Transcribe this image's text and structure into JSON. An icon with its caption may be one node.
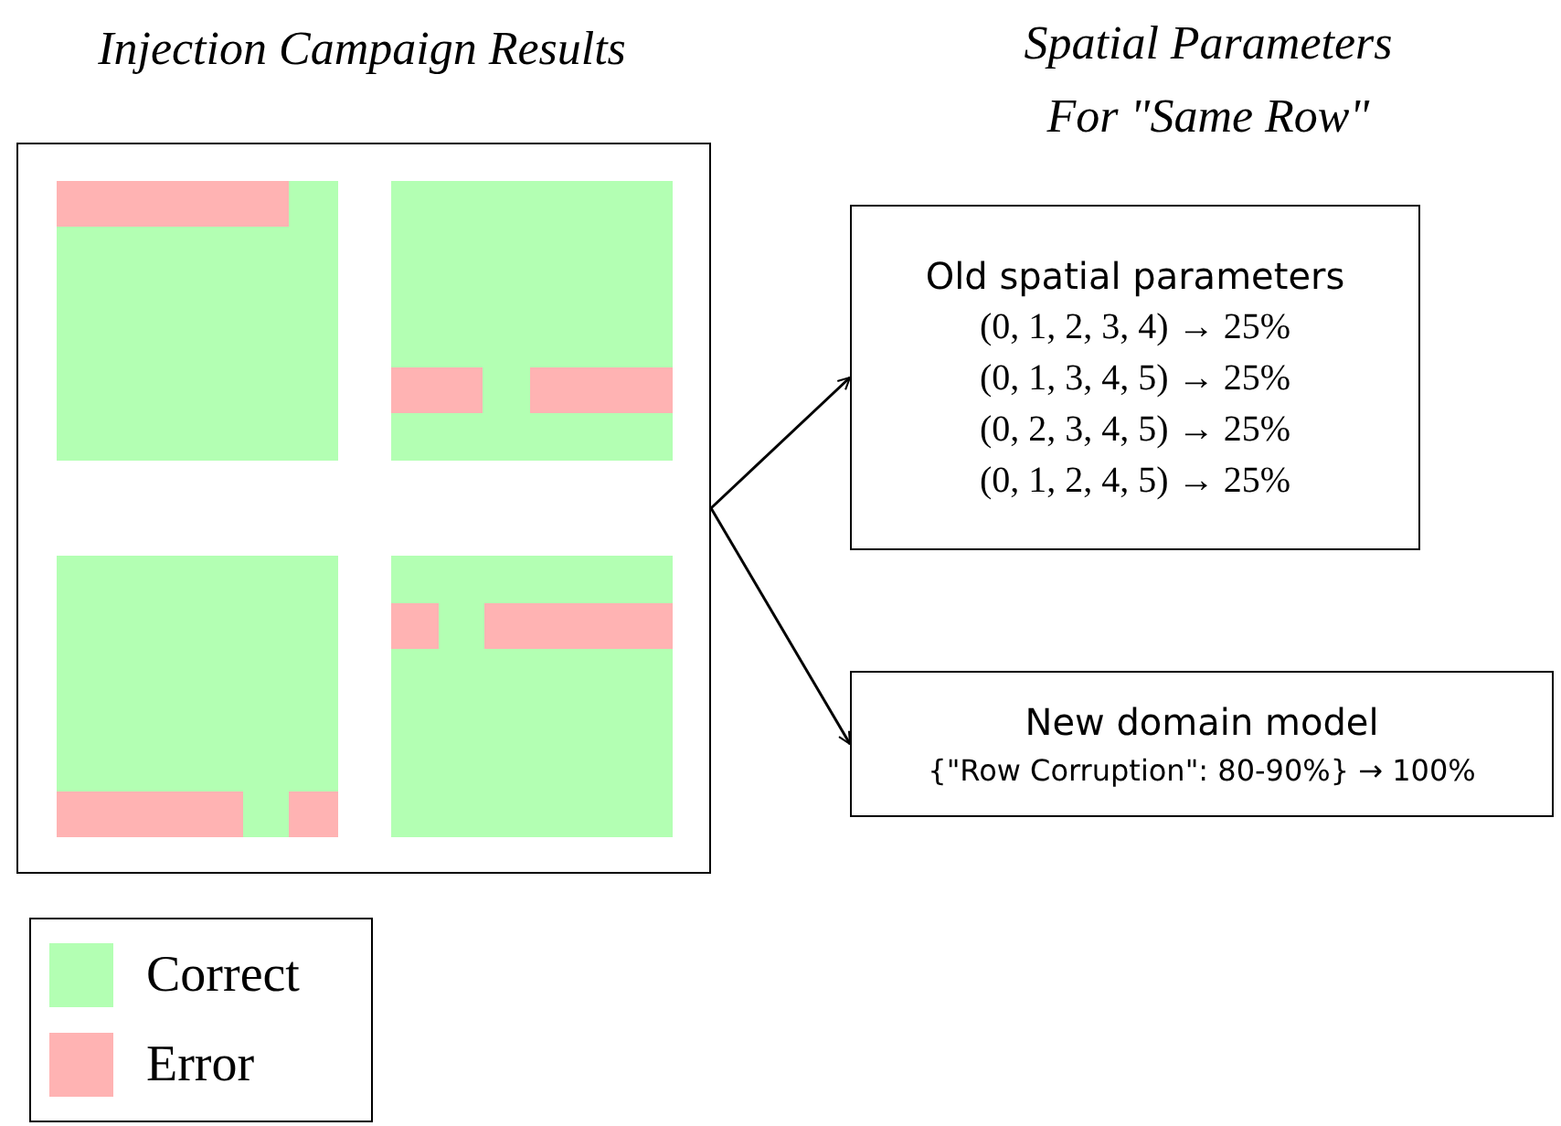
{
  "diagram": {
    "nodes": [
      {
        "text": [
          "Injection Campaign Results"
        ]
      },
      {
        "text": [],
        "shape": "box",
        "in": 0
      },
      {
        "text": [],
        "shape": "box",
        "in": 0
      },
      {
        "text": [],
        "shape": "box",
        "in": 0
      },
      {
        "text": [],
        "shape": "box",
        "in": 0
      },
      {
        "text": [
          "Old spatial parameters",
          "(0, 1, 2, 3, 4) → 25%",
          "(0, 1, 3, 4, 5) → 25%",
          "(0, 2, 3, 4, 5) → 25%",
          "(0, 1, 2, 4, 5) → 25%"
        ]
      },
      {
        "text": [
          "New domain model",
          "{\"Row Corruption\": 80-90%} → 100%"
        ]
      }
    ],
    "edges": [
      {
        "from": 0,
        "to": 5,
        "arrow": "to"
      },
      {
        "from": 0,
        "to": 6,
        "arrow": "to"
      }
    ],
    "labels": [
      "Spatial Parameters For \"Same Row\""
    ],
    "legend": [
      {
        "text": "Correct",
        "color": "#b3ffb3"
      },
      {
        "text": "Error",
        "color": "#ffb3b3"
      }
    ]
  }
}
